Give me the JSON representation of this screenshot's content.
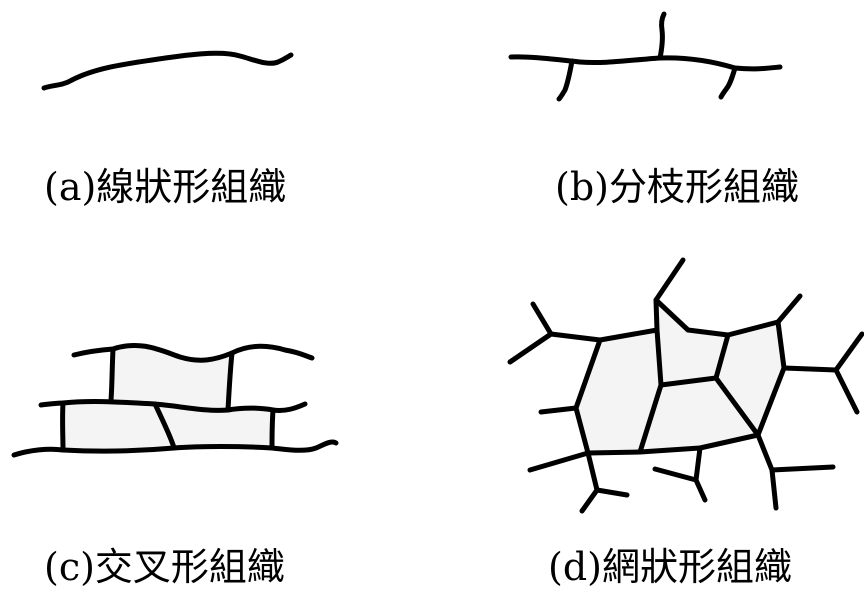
{
  "panels": [
    {
      "id": "a",
      "caption": "(a)線狀形組織"
    },
    {
      "id": "b",
      "caption": "(b)分枝形組織"
    },
    {
      "id": "c",
      "caption": "(c)交叉形組織"
    },
    {
      "id": "d",
      "caption": "(d)網狀形組織"
    }
  ],
  "colors": {
    "stroke": "#000000",
    "cell_fill": "#f4f4f4",
    "background": "#ffffff"
  }
}
